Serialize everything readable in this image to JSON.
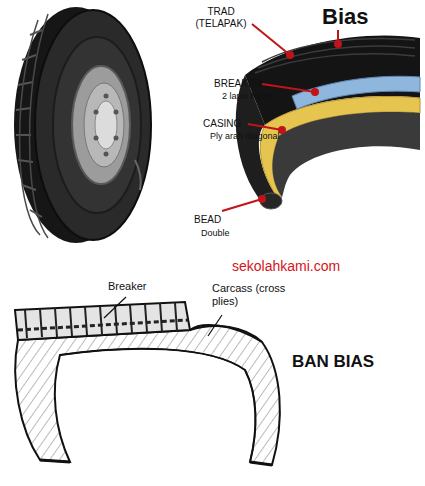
{
  "diagram": {
    "labels": [
      "Bias",
      "TRAD (TELAPAK)",
      "BREAKER",
      "2 lapis Nylon",
      "CASING",
      "Ply arah diagonal",
      "BEAD",
      "Double",
      "sekolahkami.com",
      "Breaker",
      "Carcass (cross plies)",
      "BAN BIAS"
    ]
  }
}
